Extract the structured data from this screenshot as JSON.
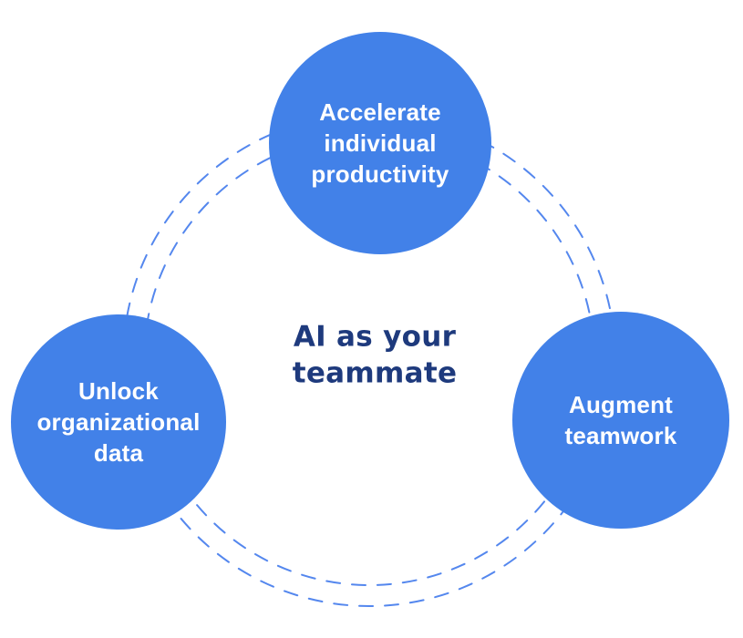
{
  "title": {
    "text": "AI as your\nteammate"
  },
  "nodes": [
    {
      "label": "Accelerate individual productivity"
    },
    {
      "label": "Unlock organizational data"
    },
    {
      "label": "Augment teamwork"
    }
  ],
  "colors": {
    "node_fill": "#4281E8",
    "node_text": "#FFFFFF",
    "title_text": "#1E3A7D",
    "ring_stroke": "#5487EE",
    "background": "#FFFFFF"
  }
}
